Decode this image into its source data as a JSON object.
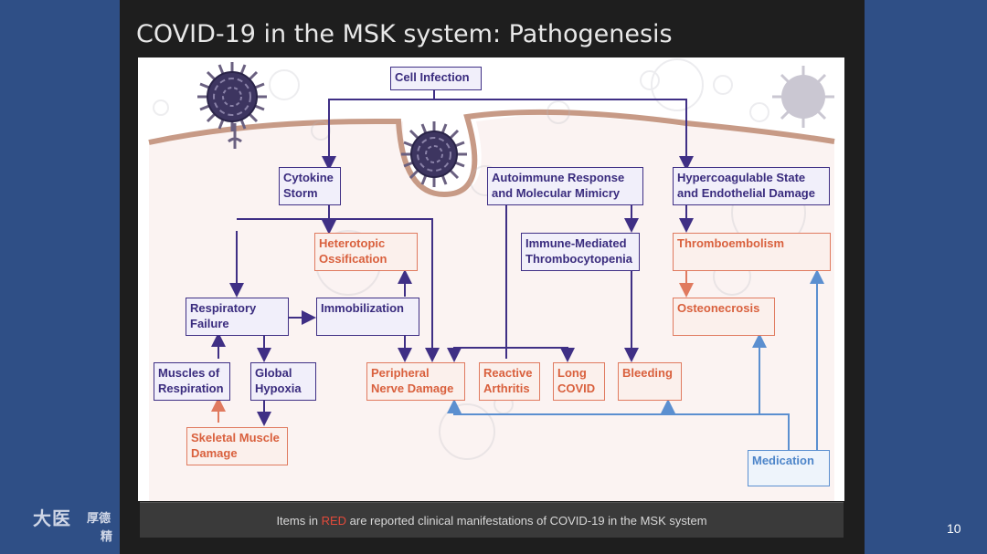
{
  "slide": {
    "title": "COVID-19 in the MSK system: Pathogenesis",
    "page_number": "10",
    "logo_main": "大医",
    "logo_sub1": "厚德",
    "logo_sub2": "精",
    "caption_before": "Items in ",
    "caption_red": "RED",
    "caption_after": " are reported clinical manifestations of COVID-19 in the MSK system"
  },
  "colors": {
    "purple": "#3f2f85",
    "red": "#e07a5f",
    "blue": "#5b8fd0"
  },
  "diagram": {
    "cell_infection": "Cell Infection",
    "cytokine_storm": "Cytokine\nStorm",
    "autoimmune": "Autoimmune Response\nand Molecular Mimicry",
    "hypercoagulable": "Hypercoagulable State\nand Endothelial Damage",
    "heterotopic": "Heterotopic\nOssification",
    "immune_thrombo": "Immune-Mediated\nThrombocytopenia",
    "thromboembolism": "Thromboembolism",
    "respiratory_failure": "Respiratory\nFailure",
    "immobilization": "Immobilization",
    "osteonecrosis": "Osteonecrosis",
    "muscles_resp": "Muscles of\nRespiration",
    "global_hypoxia": "Global\nHypoxia",
    "peripheral_nerve": "Peripheral\nNerve Damage",
    "reactive_arthritis": "Reactive\nArthritis",
    "long_covid": "Long\nCOVID",
    "bleeding": "Bleeding",
    "skeletal_muscle": "Skeletal Muscle\nDamage",
    "medication": "Medication"
  }
}
